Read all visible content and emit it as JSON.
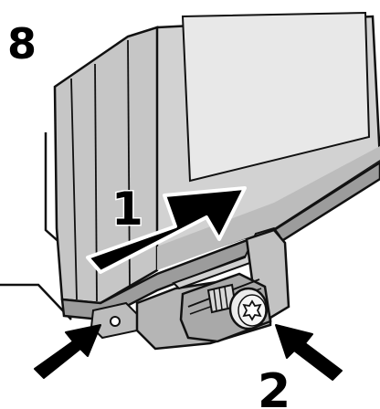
{
  "figure": {
    "step_number": "8",
    "callout_1": "1",
    "callout_2": "2"
  },
  "colors": {
    "outline": "#111111",
    "door_gray": "#c9c9c9",
    "door_light": "#dadada",
    "door_shadow": "#a8a8a8",
    "panel_light": "#e9e9e9",
    "bracket_gray": "#bdbdbd",
    "bracket_dark": "#8f8f8f",
    "arrow_fill": "#000000",
    "arrow_outline": "#ffffff"
  },
  "icons": {
    "slide_arrow": "arrow-right-up-icon",
    "pointer_left": "arrow-pointer-left-icon",
    "pointer_right": "arrow-pointer-right-icon",
    "screw": "torx-screw-icon"
  }
}
